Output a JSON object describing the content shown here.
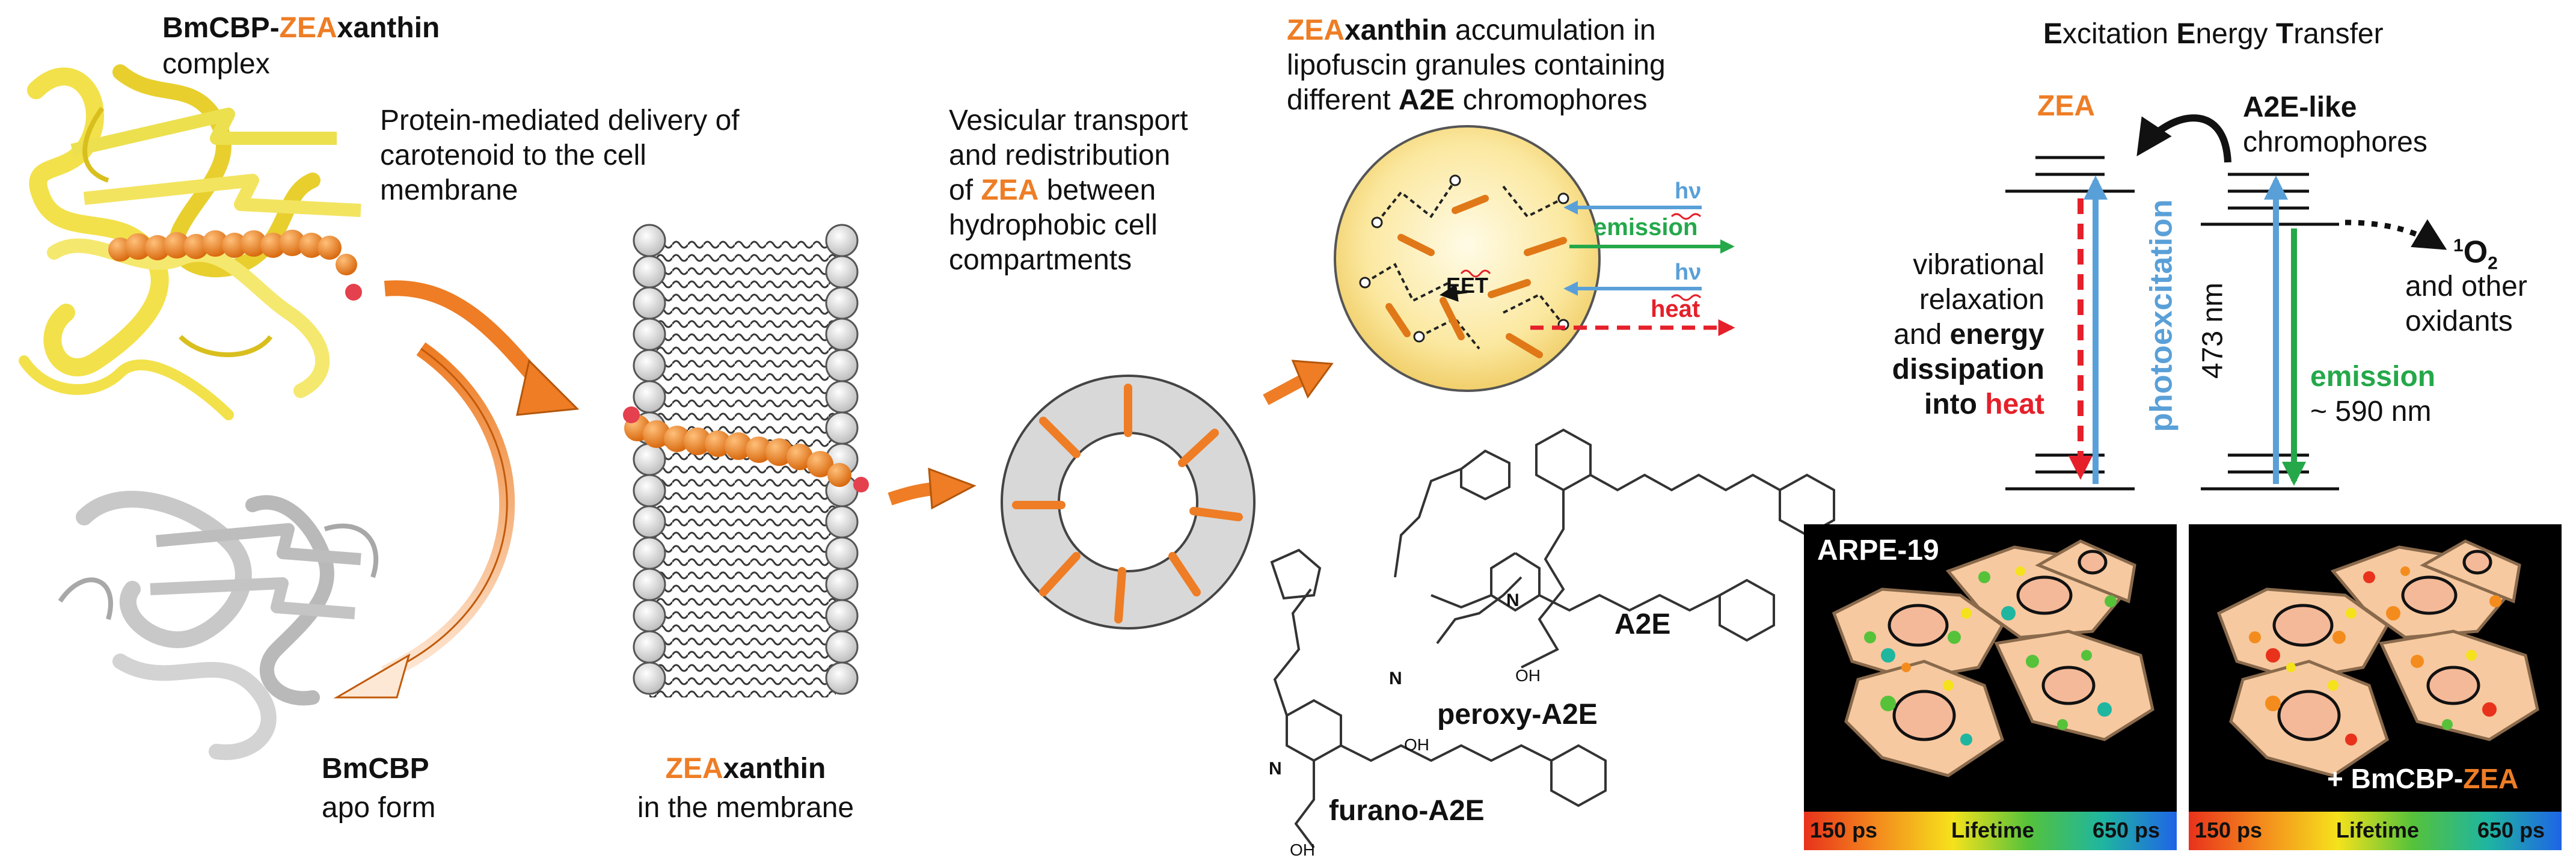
{
  "colors": {
    "zea_orange": "#ee7d25",
    "helix_yellow": "#f2e14a",
    "apo_gray": "#b9b9b9",
    "blue_arrow": "#5aa0d8",
    "green_arrow": "#24a84a",
    "red_arrow": "#e5202a",
    "granule_yellow": "#fbe8a0",
    "cell_tan": "#f6c9a0",
    "microscopy_background": "#000000"
  },
  "left_panel": {
    "complex_title_prefix": "BmCBP-",
    "complex_title_zea": "ZEA",
    "complex_title_suffix": "xanthin",
    "complex_word": "complex",
    "apo_title": "BmCBP",
    "apo_sub": "apo form",
    "delivery_line1": "Protein-mediated delivery of",
    "delivery_line2": "carotenoid to the cell",
    "delivery_line3": "membrane",
    "membrane_zea": "ZEA",
    "membrane_xanthin": "xanthin",
    "membrane_sub": "in the membrane"
  },
  "middle_panel": {
    "vesicle_line1": "Vesicular transport",
    "vesicle_line2": "and redistribution",
    "vesicle_line3_prefix": "of ",
    "vesicle_line3_zea": "ZEA",
    "vesicle_line3_suffix": " between",
    "vesicle_line4": "hydrophobic cell",
    "vesicle_line5": "compartments",
    "accum_zea": "ZEA",
    "accum_xanthin": "xanthin",
    "accum_line1_rest": " accumulation in",
    "accum_line2": "lipofuscin granules containing",
    "accum_line3_prefix": "different ",
    "accum_line3_bold": "A2E",
    "accum_line3_suffix": " chromophores",
    "granule_hv_top": "hν",
    "granule_emission": "emission",
    "granule_hv_bottom": "hν",
    "granule_heat": "heat",
    "granule_eet": "EET",
    "structures": [
      "A2E",
      "peroxy-A2E",
      "furano-A2E"
    ],
    "hydroxyl_label": "OH",
    "nitrogen_label": "N"
  },
  "energy_diagram": {
    "title_E1": "E",
    "title_rest1": "xcitation ",
    "title_E2": "E",
    "title_rest2": "nergy ",
    "title_T": "T",
    "title_rest3": "ransfer",
    "zea_label": "ZEA",
    "a2e_label_bold": "A2E-like",
    "a2e_label_rest": "chromophores",
    "relax_line1": "vibrational",
    "relax_line2": "relaxation",
    "relax_line3_prefix": "and ",
    "relax_line3_bold": "energy",
    "relax_line4": "dissipation",
    "relax_line5_prefix": "into ",
    "relax_line5_heat": "heat",
    "photoexcitation": "photoexcitation",
    "wavelength_473": "473 nm",
    "emission": "emission",
    "wavelength_590": "~ 590 nm",
    "singlet_oxygen_sup": "1",
    "singlet_oxygen": "O",
    "singlet_oxygen_sub": "2",
    "other_oxidants_line1": "and other",
    "other_oxidants_line2": "oxidants"
  },
  "microscopy": {
    "left_label": "ARPE-19",
    "right_label_prefix": "+ BmCBP-",
    "right_label_zea": "ZEA",
    "lifetime_min": "150 ps",
    "lifetime_label": "Lifetime",
    "lifetime_max": "650 ps"
  }
}
